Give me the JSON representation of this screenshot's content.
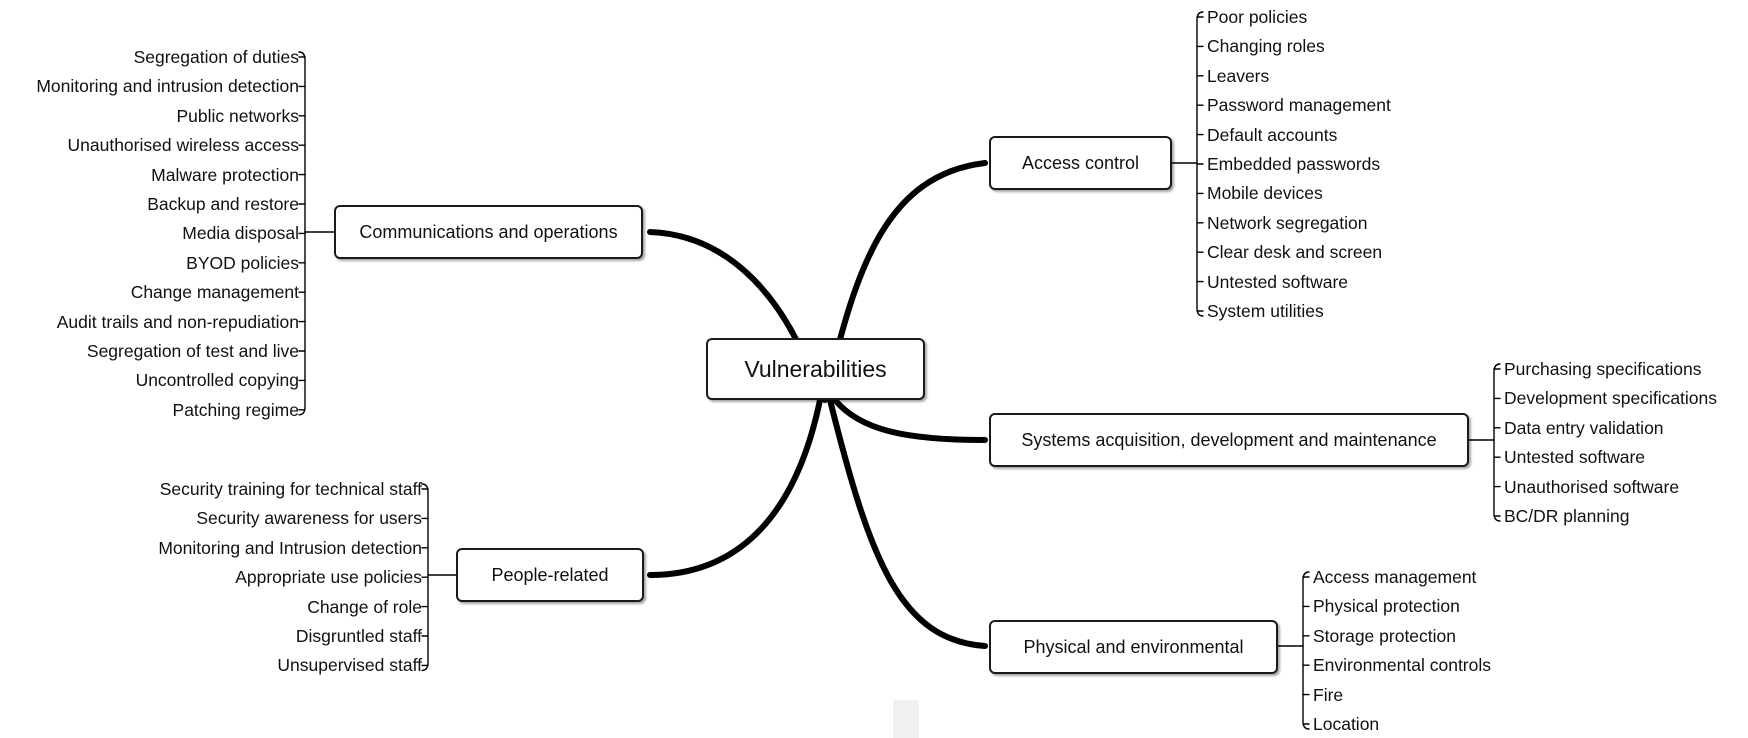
{
  "diagram": {
    "center": "Vulnerabilities",
    "branches": {
      "access": {
        "label": "Access control",
        "items": [
          "Poor policies",
          "Changing roles",
          "Leavers",
          "Password management",
          "Default accounts",
          "Embedded passwords",
          "Mobile devices",
          "Network segregation",
          "Clear desk and screen",
          "Untested software",
          "System utilities"
        ]
      },
      "comms": {
        "label": "Communications and operations",
        "items": [
          "Segregation of duties",
          "Monitoring and intrusion detection",
          "Public networks",
          "Unauthorised wireless access",
          "Malware protection",
          "Backup and restore",
          "Media disposal",
          "BYOD policies",
          "Change management",
          "Audit trails and non-repudiation",
          "Segregation of test and live",
          "Uncontrolled copying",
          "Patching regime"
        ]
      },
      "systems": {
        "label": "Systems acquisition, development and maintenance",
        "items": [
          "Purchasing specifications",
          "Development specifications",
          "Data entry validation",
          "Untested software",
          "Unauthorised software",
          "BC/DR planning"
        ]
      },
      "people": {
        "label": "People-related",
        "items": [
          "Security training for technical staff",
          "Security awareness for users",
          "Monitoring and Intrusion detection",
          "Appropriate use policies",
          "Change of role",
          "Disgruntled staff",
          "Unsupervised staff"
        ]
      },
      "physical": {
        "label": "Physical and environmental",
        "items": [
          "Access management",
          "Physical protection",
          "Storage protection",
          "Environmental controls",
          "Fire",
          "Location"
        ]
      }
    }
  },
  "colors": {
    "line": "#000000",
    "border": "#1a1a1a",
    "text": "#111111"
  }
}
